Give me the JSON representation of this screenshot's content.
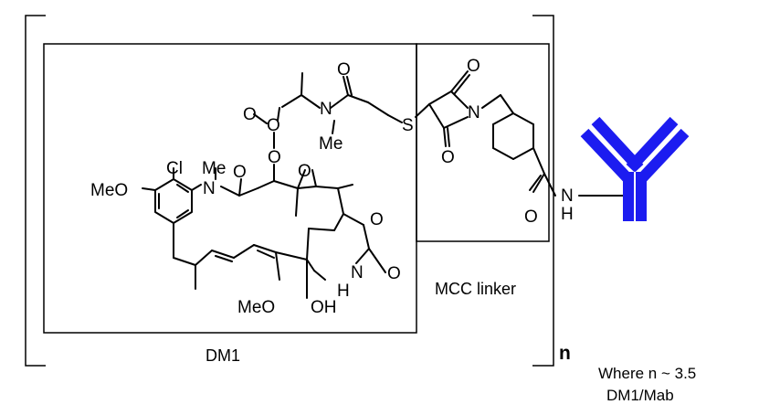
{
  "labels": {
    "dm1": "DM1",
    "linker": "MCC linker",
    "subscript": "n",
    "ratio_line1": "Where n ~ 3.5",
    "ratio_line2": "DM1/Mab"
  },
  "atoms": {
    "O": "O",
    "N": "N",
    "S": "S",
    "Cl": "Cl",
    "Me": "Me",
    "MeO": "MeO",
    "OH": "OH",
    "H": "H"
  },
  "colors": {
    "antibody": "#1c1cf0",
    "ink": "#000000"
  }
}
